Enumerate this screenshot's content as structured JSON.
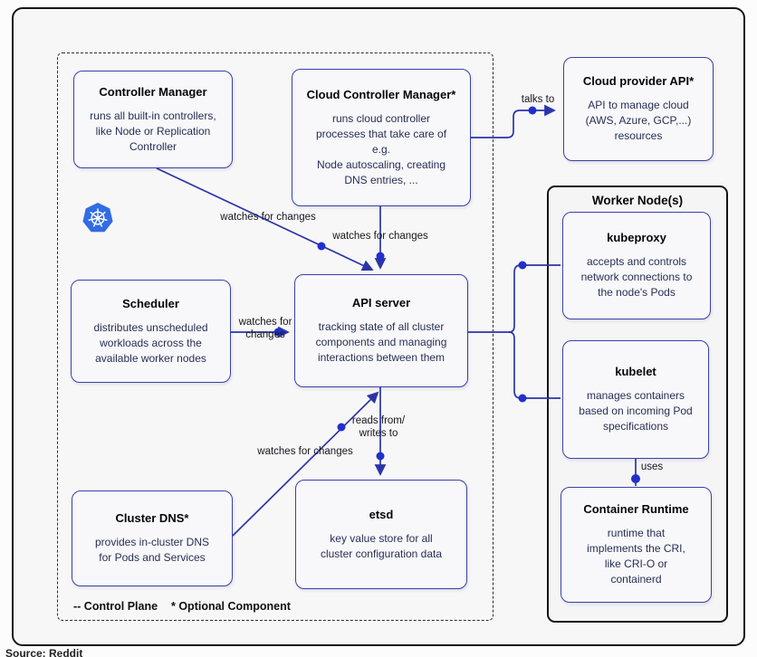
{
  "colors": {
    "accent_border": "#3a41a8",
    "line": "#2c35a8",
    "dot": "#2130cc",
    "k8s_blue": "#326ce5",
    "frame_border": "#161616"
  },
  "boxes": {
    "controller_manager": {
      "title": "Controller Manager",
      "body": "runs all built-in controllers,\nlike Node or Replication\nController"
    },
    "cloud_controller_manager": {
      "title": "Cloud Controller Manager*",
      "body": "runs cloud controller\nprocesses that take care of\ne.g.\nNode autoscaling, creating\nDNS entries, ..."
    },
    "cloud_provider_api": {
      "title": "Cloud provider API*",
      "body": "API to manage cloud\n(AWS, Azure, GCP,...)\nresources"
    },
    "scheduler": {
      "title": "Scheduler",
      "body": "distributes unscheduled\nworkloads across the\navailable worker nodes"
    },
    "api_server": {
      "title": "API server",
      "body": "tracking state of all cluster\ncomponents and managing\ninteractions between them"
    },
    "cluster_dns": {
      "title": "Cluster DNS*",
      "body": "provides in-cluster DNS\nfor Pods and Services"
    },
    "etsd": {
      "title": "etsd",
      "body": "key value store for all\ncluster configuration data"
    },
    "kubeproxy": {
      "title": "kubeproxy",
      "body": "accepts and controls\nnetwork connections to\nthe node's Pods"
    },
    "kubelet": {
      "title": "kubelet",
      "body": "manages containers\nbased on incoming Pod\nspecifications"
    },
    "container_runtime": {
      "title": "Container Runtime",
      "body": "runtime that\nimplements the CRI,\nlike CRI-O or\ncontainerd"
    }
  },
  "worker_node": {
    "title": "Worker Node(s)"
  },
  "edges": {
    "talks_to": "talks to",
    "cm_watches": "watches for changes",
    "ccm_watches": "watches for changes",
    "scheduler_watches": "watches for\nchanges",
    "dns_watches": "watches for changes",
    "reads_writes": "reads from/\nwrites to",
    "uses": "uses"
  },
  "legend": {
    "control_plane": "-- Control Plane",
    "optional_component": "* Optional Component"
  },
  "footer": {
    "source": "Source: Reddit"
  }
}
